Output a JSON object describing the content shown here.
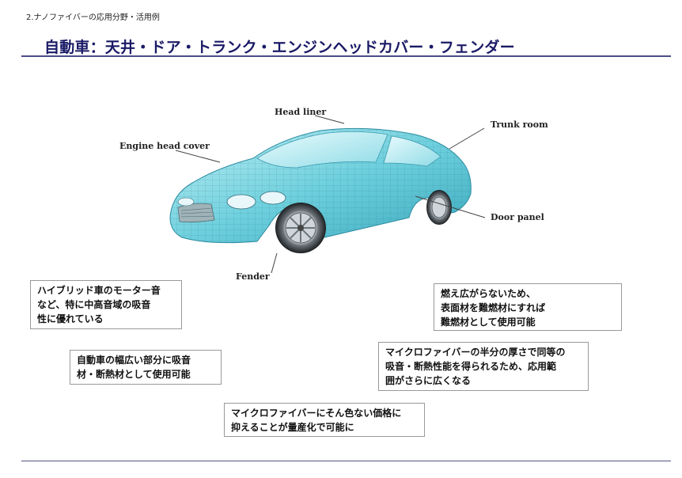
{
  "header": {
    "section_label": "2.ナノファイバーの応用分野・活用例",
    "title": "自動車：天井・ドア・トランク・エンジンヘッドカバー・フェンダー"
  },
  "diagram": {
    "labels": {
      "head_liner": "Head liner",
      "trunk_room": "Trunk room",
      "engine_head_cover": "Engine head cover",
      "door_panel": "Door panel",
      "fender": "Fender"
    }
  },
  "notes": {
    "motor_noise": [
      "ハイブリッド車のモーター音",
      "など、特に中高音域の吸音",
      "性に優れている"
    ],
    "flame": [
      "燃え広がらないため、",
      "表面材を難燃材にすれば",
      "難燃材として使用可能"
    ],
    "wide_use": [
      "自動車の幅広い部分に吸音",
      "材・断熱材として使用可能"
    ],
    "half_thickness": [
      "マイクロファイバーの半分の厚さで同等の",
      "吸音・断熱性能を得られるため、応用範",
      "囲がさらに広くなる"
    ],
    "mass_production": [
      "マイクロファイバーにそん色ない価格に",
      "抑えることが量産化で可能に"
    ]
  }
}
